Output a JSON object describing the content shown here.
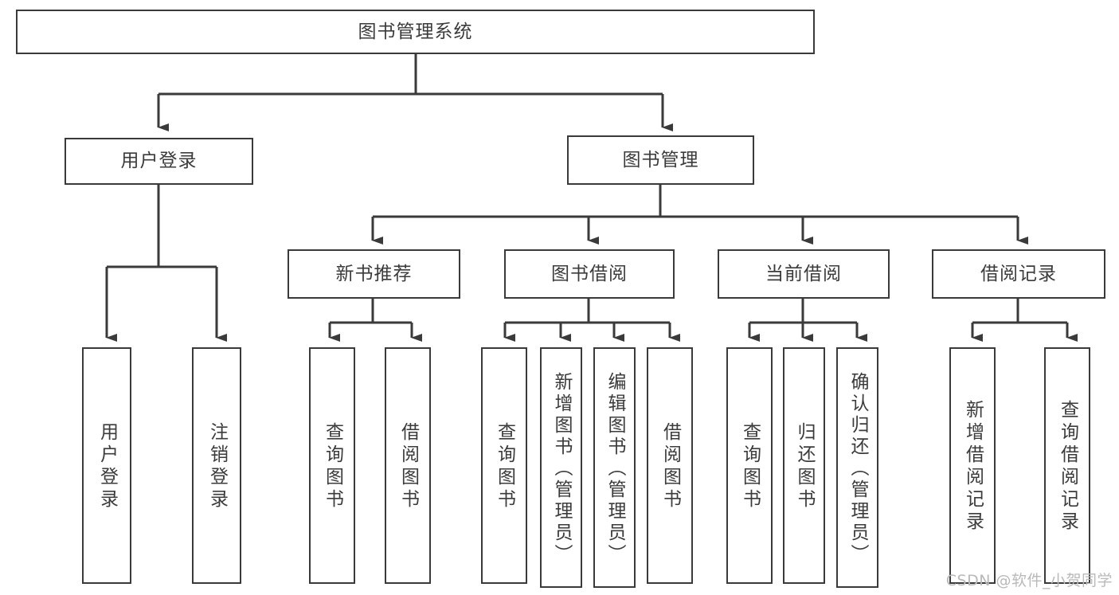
{
  "diagram": {
    "title_node": {
      "label": "图书管理系统"
    },
    "level2": [
      {
        "label": "用户登录"
      },
      {
        "label": "图书管理"
      }
    ],
    "level3": [
      {
        "label": "新书推荐"
      },
      {
        "label": "图书借阅"
      },
      {
        "label": "当前借阅"
      },
      {
        "label": "借阅记录"
      }
    ],
    "leaves": {
      "user_login": [
        {
          "label": "用户登录"
        },
        {
          "label": "注销登录"
        }
      ],
      "new_book_recommend": [
        {
          "label": "查询图书"
        },
        {
          "label": "借阅图书"
        }
      ],
      "book_borrow": [
        {
          "label": "查询图书"
        },
        {
          "label": "新增图书（管理员）"
        },
        {
          "label": "编辑图书（管理员）"
        },
        {
          "label": "借阅图书"
        }
      ],
      "current_borrow": [
        {
          "label": "查询图书"
        },
        {
          "label": "归还图书"
        },
        {
          "label": "确认归还（管理员）"
        }
      ],
      "borrow_record": [
        {
          "label": "新增借阅记录"
        },
        {
          "label": "查询借阅记录"
        }
      ]
    }
  },
  "watermark": {
    "text": "CSDN @软件_小贺同学"
  },
  "colors": {
    "stroke": "#3a3a3a",
    "text": "#3b3b3b",
    "background": "#ffffff",
    "watermark": "#b9b9b9"
  }
}
